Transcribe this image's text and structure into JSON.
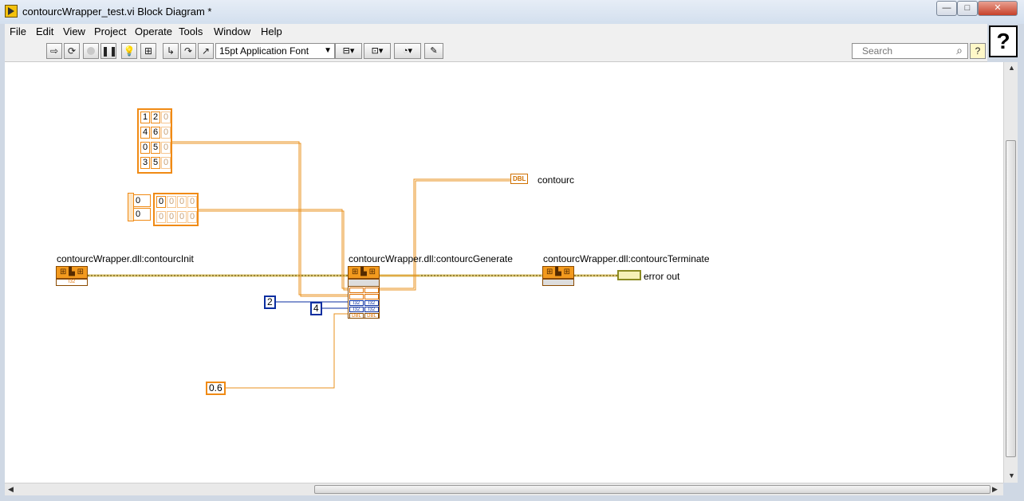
{
  "window": {
    "title": "contourcWrapper_test.vi Block Diagram *",
    "min_glyph": "—",
    "max_glyph": "□",
    "close_glyph": "✕"
  },
  "menu": [
    "File",
    "Edit",
    "View",
    "Project",
    "Operate",
    "Tools",
    "Window",
    "Help"
  ],
  "help_glyph": "?",
  "toolbar": {
    "font": "15pt Application Font",
    "search_placeholder": "Search",
    "icons": [
      "run-arrow-icon",
      "run-continuously-icon",
      "abort-icon",
      "pause-icon",
      "highlight-execution-bulb-icon",
      "retain-wire-values-icon",
      "step-into-icon",
      "step-over-icon",
      "step-out-icon",
      "align-objects-icon",
      "distribute-objects-icon",
      "reorder-icon",
      "clean-up-diagram-icon",
      "context-help-icon"
    ]
  },
  "diagram": {
    "matrix_constant": {
      "rows": [
        [
          "1",
          "2",
          "0"
        ],
        [
          "4",
          "6",
          "0"
        ],
        [
          "0",
          "5",
          "0"
        ],
        [
          "3",
          "5",
          "0"
        ]
      ]
    },
    "empty_array": {
      "indices": [
        "0",
        "0"
      ],
      "rows": [
        [
          "0",
          "0",
          "0",
          "0"
        ],
        [
          "0",
          "0",
          "0",
          "0"
        ]
      ]
    },
    "nodes": {
      "init": "contourcWrapper.dll:contourcInit",
      "generate": "contourcWrapper.dll:contourcGenerate",
      "terminate": "contourcWrapper.dll:contourcTerminate"
    },
    "terminal_types": {
      "i32": "I32",
      "dbl": "DBL"
    },
    "constants": {
      "rows_const": "2",
      "cols_const": "4",
      "level_const": "0.6"
    },
    "indicators": {
      "contourc": "contourc",
      "contourc_type": "DBL",
      "error_out": "error out"
    }
  }
}
